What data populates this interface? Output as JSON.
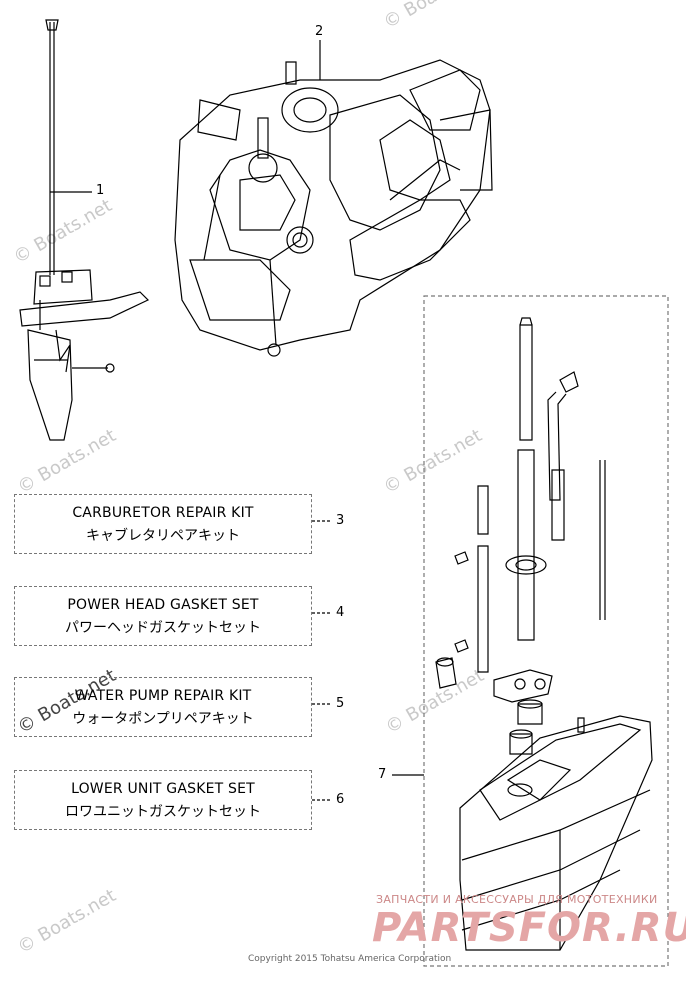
{
  "callouts": [
    "1",
    "2",
    "3",
    "4",
    "5",
    "6",
    "7"
  ],
  "kits": [
    {
      "en": "CARBURETOR REPAIR KIT",
      "jp": "キャブレタリペアキット",
      "ref": "3"
    },
    {
      "en": "POWER HEAD GASKET SET",
      "jp": "パワーヘッドガスケットセット",
      "ref": "4"
    },
    {
      "en": "WATER PUMP REPAIR KIT",
      "jp": "ウォータポンプリペアキット",
      "ref": "5"
    },
    {
      "en": "LOWER UNIT GASKET SET",
      "jp": "ロワユニットガスケットセット",
      "ref": "6"
    }
  ],
  "watermark": "© Boats.net",
  "brand": {
    "tagline": "ЗАПЧАСТИ И АКСЕССУАРЫ ДЛЯ МОТОТЕХНИКИ",
    "name": "PARTSFOR.RU"
  },
  "copyright": "Copyright 2015 Tohatsu America Corporation",
  "colors": {
    "line": "#000000",
    "dashed": "#777777",
    "watermark": "#c9c9c9",
    "brand": "#e4a6a6"
  }
}
